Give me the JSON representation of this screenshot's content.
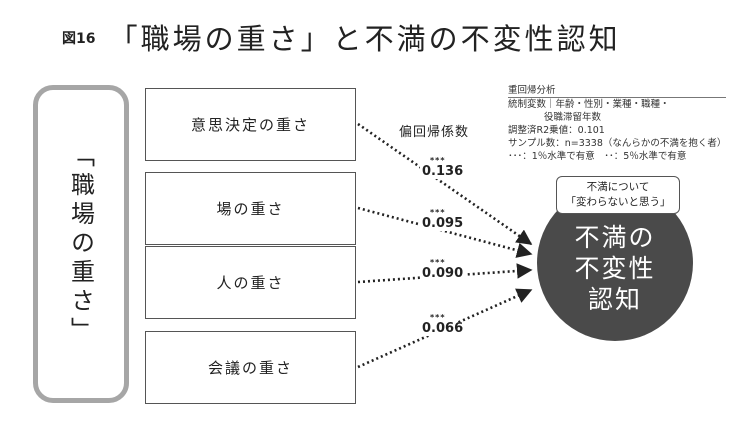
{
  "figure": {
    "label": "図16",
    "title": "「職場の重さ」と不満の不変性認知"
  },
  "left_group": {
    "label": "「職場の重さ」"
  },
  "factors": [
    {
      "label": "意思決定の重さ"
    },
    {
      "label": "場の重さ"
    },
    {
      "label": "人の重さ"
    },
    {
      "label": "会議の重さ"
    }
  ],
  "coefficients": {
    "header": "偏回帰係数",
    "items": [
      {
        "value": "0.136",
        "stars": "***"
      },
      {
        "value": "0.095",
        "stars": "***"
      },
      {
        "value": "0.090",
        "stars": "***"
      },
      {
        "value": "0.066",
        "stars": "***"
      }
    ]
  },
  "analysis_info": {
    "line1": "重回帰分析",
    "line2": "統制変数｜年齢・性別・業種・職種・",
    "line3": "役職滞留年数",
    "line4": "調整済R2乗値：0.101",
    "line5": "サンプル数：n=3338（なんらかの不満を抱く者）",
    "line6": "･･･：1％水準で有意　･･：5％水準で有意"
  },
  "outcome": {
    "line1": "不満の",
    "line2": "不変性",
    "line3": "認知",
    "callout_line1": "不満について",
    "callout_line2": "「変わらないと思う」",
    "fill_color": "#4a4a4a"
  }
}
